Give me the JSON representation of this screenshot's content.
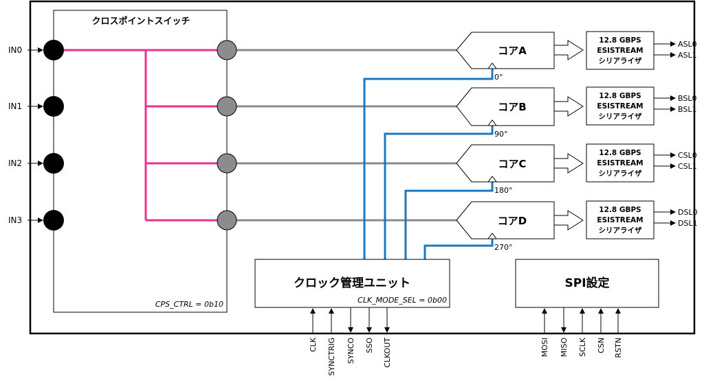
{
  "crosspoint": {
    "title": "クロスポイントスイッチ",
    "ctrl": "CPS_CTRL = 0b10"
  },
  "inputs": [
    "IN0",
    "IN1",
    "IN2",
    "IN3"
  ],
  "cores": [
    {
      "label": "コアA",
      "phase": "0°",
      "outputs": [
        "ASL0",
        "ASL1"
      ]
    },
    {
      "label": "コアB",
      "phase": "90°",
      "outputs": [
        "BSL0",
        "BSL1"
      ]
    },
    {
      "label": "コアC",
      "phase": "180°",
      "outputs": [
        "CSL0",
        "CSL1"
      ]
    },
    {
      "label": "コアD",
      "phase": "270°",
      "outputs": [
        "DSL0",
        "DSL1"
      ]
    }
  ],
  "serializer": {
    "line1": "12.8 GBPS",
    "line2": "ESISTREAM",
    "line3": "シリアライザ"
  },
  "clock_unit": {
    "title": "クロック管理ユニット",
    "mode": "CLK_MODE_SEL = 0b00"
  },
  "clock_pins": [
    "CLK",
    "SYNCTRIG",
    "SYNCO",
    "SSO",
    "CLKOUT"
  ],
  "spi": {
    "title": "SPI設定",
    "pins": [
      "MOSI",
      "MISO",
      "SCLK",
      "CSN",
      "RSTN"
    ]
  },
  "colors": {
    "pink": "#e8308c",
    "blue": "#1a78c2",
    "gray": "#8a8a8a",
    "node_gray": "#8c8c8c"
  }
}
